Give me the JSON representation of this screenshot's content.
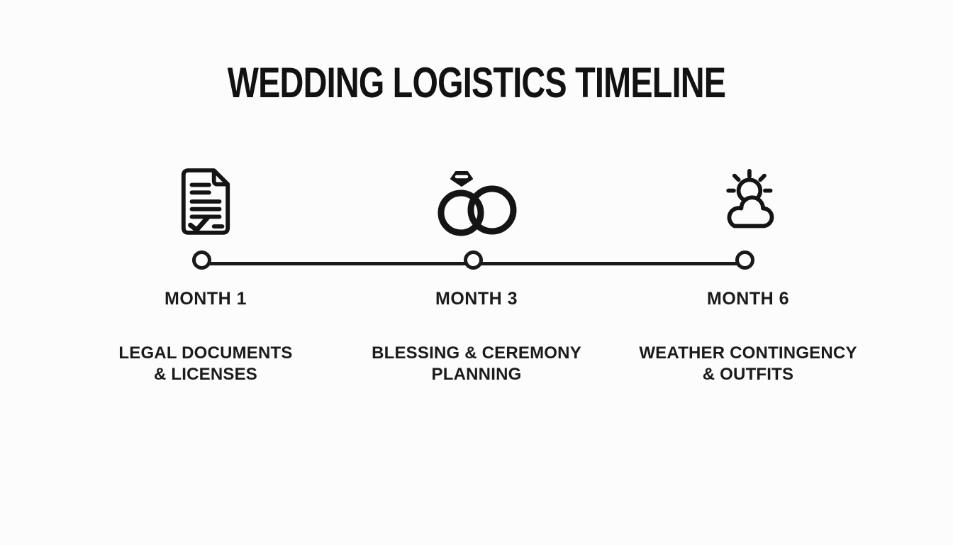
{
  "page": {
    "title": "WEDDING LOGISTICS TIMELINE",
    "background_color": "#fcfcfc",
    "ink_color": "#141414",
    "line_color": "#1a1a1a"
  },
  "timeline": {
    "milestones": [
      {
        "icon": "document-checklist-icon",
        "month_label": "MONTH 1",
        "task_line1": "LEGAL DOCUMENTS",
        "task_line2": "& LICENSES"
      },
      {
        "icon": "wedding-rings-icon",
        "month_label": "MONTH 3",
        "task_line1": "BLESSING & CEREMONY",
        "task_line2": "PLANNING"
      },
      {
        "icon": "sun-behind-cloud-icon",
        "month_label": "MONTH 6",
        "task_line1": "WEATHER CONTINGENCY",
        "task_line2": "& OUTFITS"
      }
    ]
  }
}
